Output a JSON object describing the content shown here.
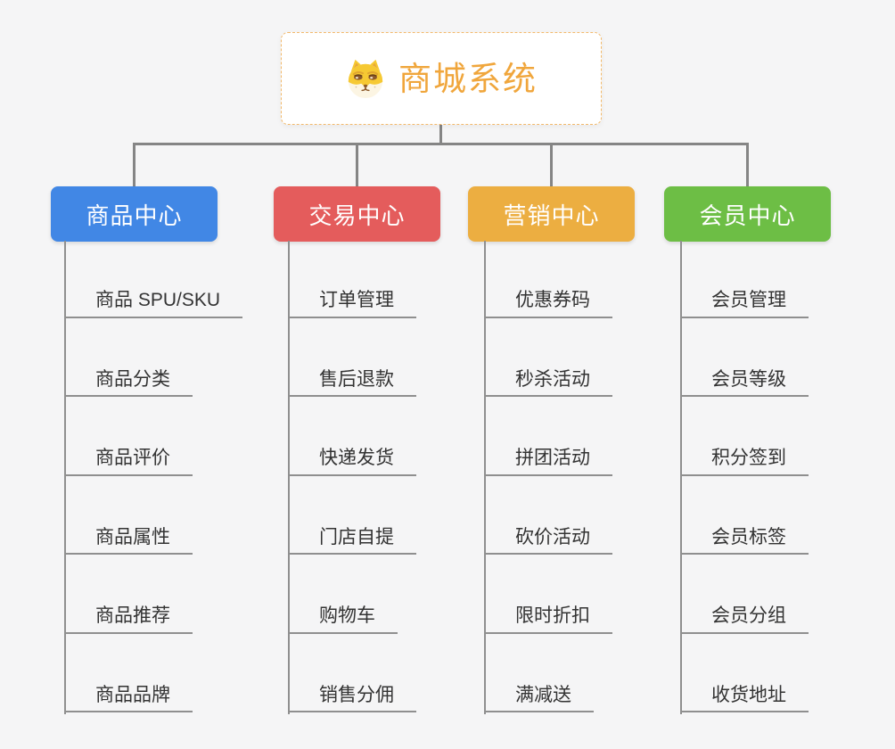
{
  "root": {
    "title": "商城系统",
    "icon": "doge-icon"
  },
  "branches": [
    {
      "label": "商品中心",
      "color": "#4187E5",
      "items": [
        "商品 SPU/SKU",
        "商品分类",
        "商品评价",
        "商品属性",
        "商品推荐",
        "商品品牌"
      ]
    },
    {
      "label": "交易中心",
      "color": "#E45C5C",
      "items": [
        "订单管理",
        "售后退款",
        "快递发货",
        "门店自提",
        "购物车",
        "销售分佣"
      ]
    },
    {
      "label": "营销中心",
      "color": "#ECAE41",
      "items": [
        "优惠券码",
        "秒杀活动",
        "拼团活动",
        "砍价活动",
        "限时折扣",
        "满减送"
      ]
    },
    {
      "label": "会员中心",
      "color": "#6DBE45",
      "items": [
        "会员管理",
        "会员等级",
        "积分签到",
        "会员标签",
        "会员分组",
        "收货地址"
      ]
    }
  ],
  "colors": {
    "background": "#F5F5F6",
    "connector_line": "#858585",
    "leaf_underline": "#8F8F8F",
    "leaf_text": "#333333",
    "root_text": "#F0A63C",
    "root_border": "#F2B96B"
  }
}
